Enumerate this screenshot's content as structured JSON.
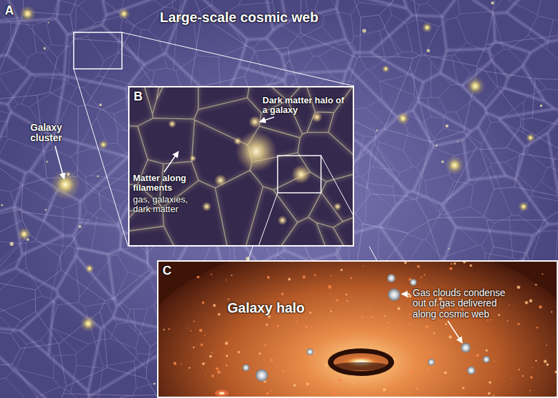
{
  "diagram": {
    "nodes": [
      {
        "text": [
          "A",
          "Large-scale cosmic web"
        ]
      },
      {
        "text": [
          "B"
        ],
        "in": 0
      },
      {
        "text": [
          "C"
        ],
        "in": 0
      }
    ],
    "labels": [
      "Galaxy cluster",
      "Dark matter halo of a galaxy",
      "Matter along filaments",
      "gas, galaxies, dark matter",
      "Galaxy halo",
      "Gas clouds condense out of gas delivered along cosmic web"
    ]
  }
}
